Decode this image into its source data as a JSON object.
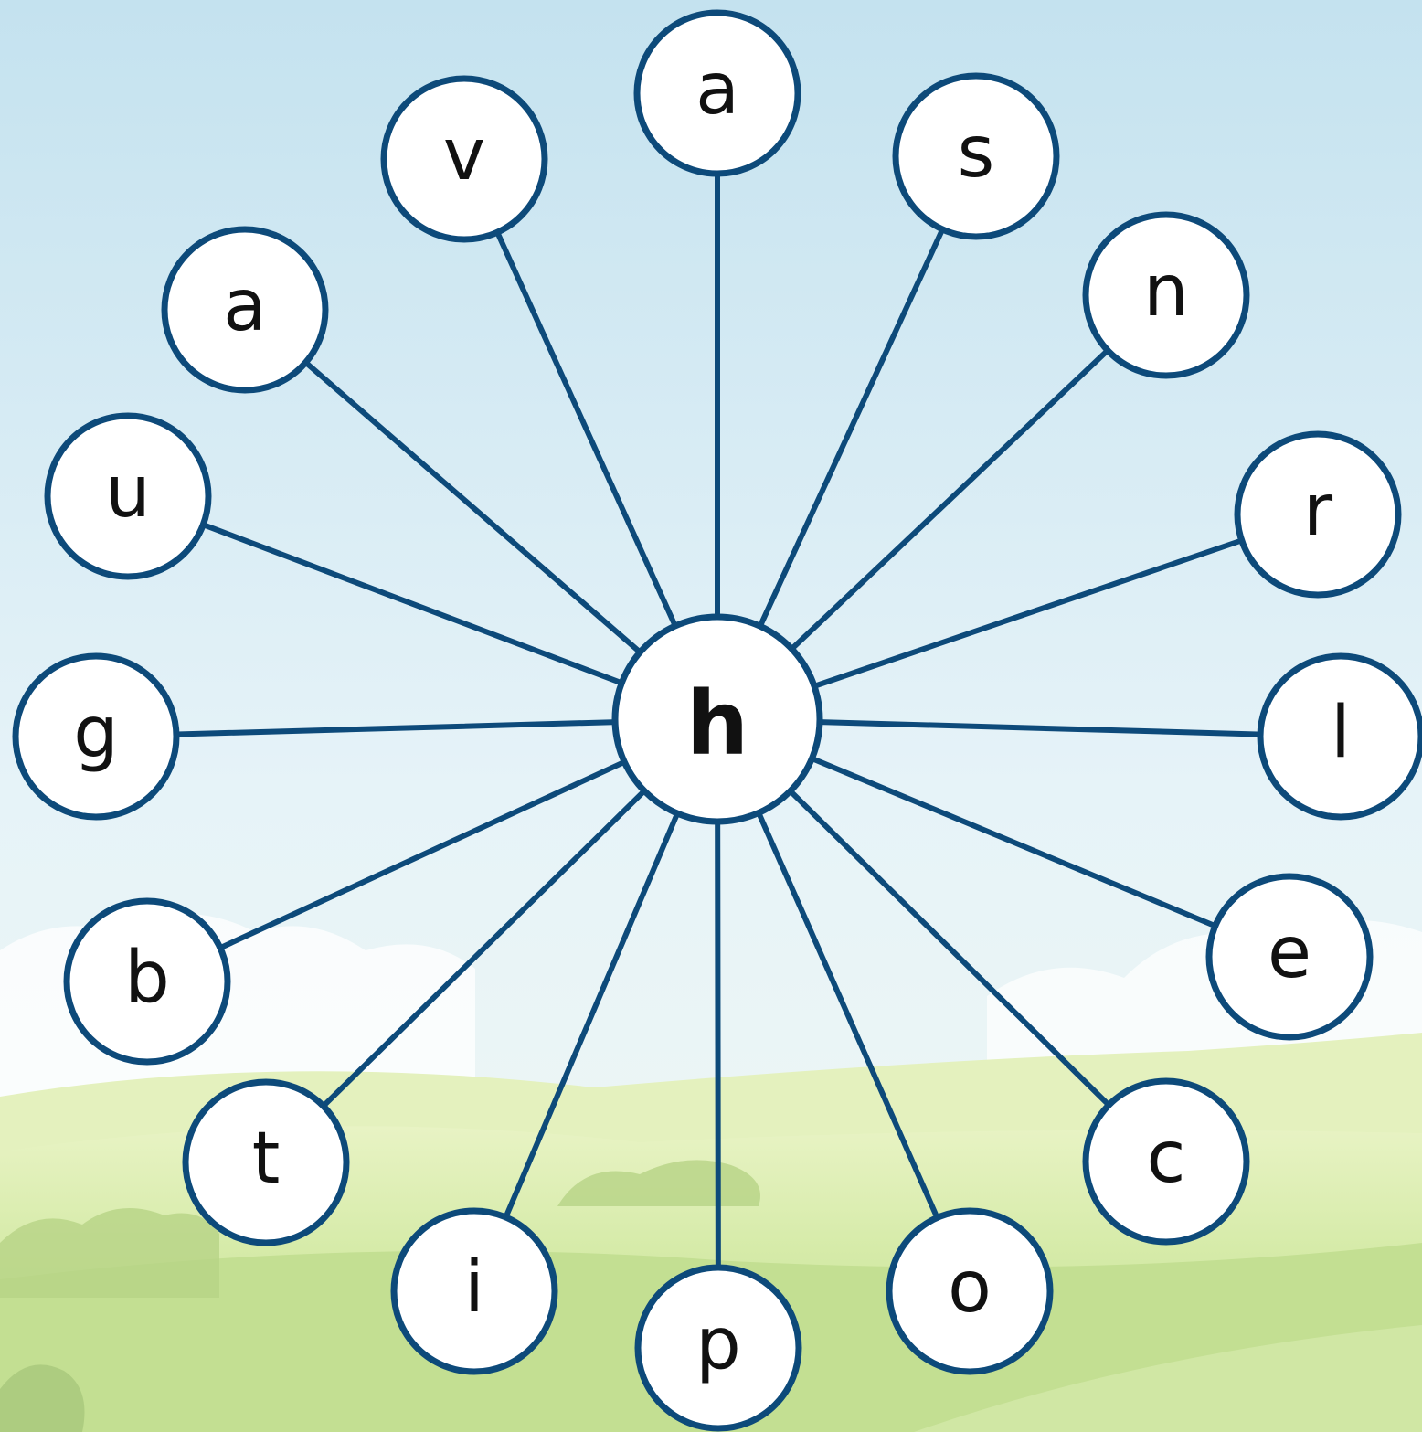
{
  "hub": {
    "letter": "h"
  },
  "outer_letters": [
    "a",
    "s",
    "n",
    "r",
    "l",
    "e",
    "c",
    "o",
    "p",
    "i",
    "t",
    "b",
    "g",
    "u",
    "a",
    "v"
  ],
  "colors": {
    "line": "#0d4a7a",
    "node_fill": "#ffffff",
    "text": "#111111",
    "sky_top": "#c4e2ef",
    "grass": "#cbe39a"
  }
}
